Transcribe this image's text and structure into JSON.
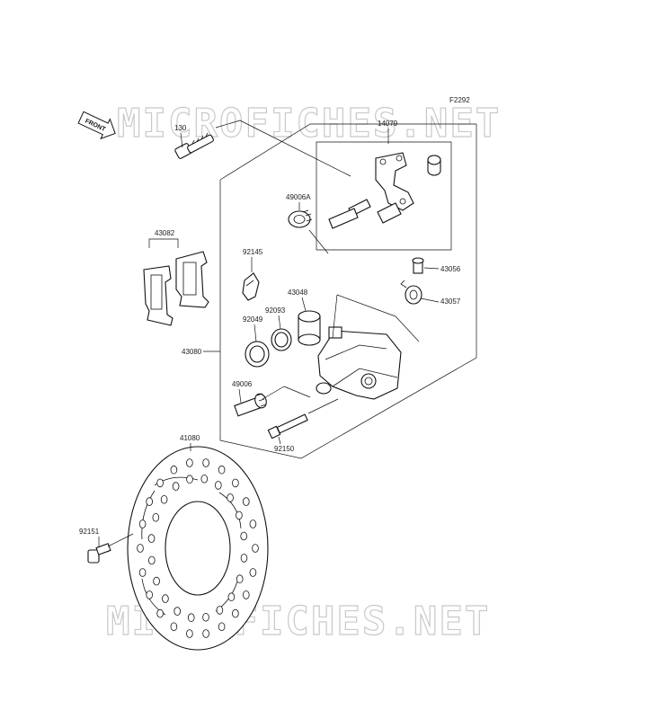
{
  "figure_code": "F2292",
  "watermark": "MICROFICHES.NET",
  "front_arrow_label": "FRONT",
  "parts": {
    "p130": "130",
    "p14079": "14079",
    "p49006A": "49006A",
    "p43082": "43082",
    "p92145": "92145",
    "p43056": "43056",
    "p43057": "43057",
    "p43048": "43048",
    "p92093": "92093",
    "p92049": "92049",
    "p43080": "43080",
    "p49006": "49006",
    "p92150": "92150",
    "p41080": "41080",
    "p92151": "92151"
  }
}
